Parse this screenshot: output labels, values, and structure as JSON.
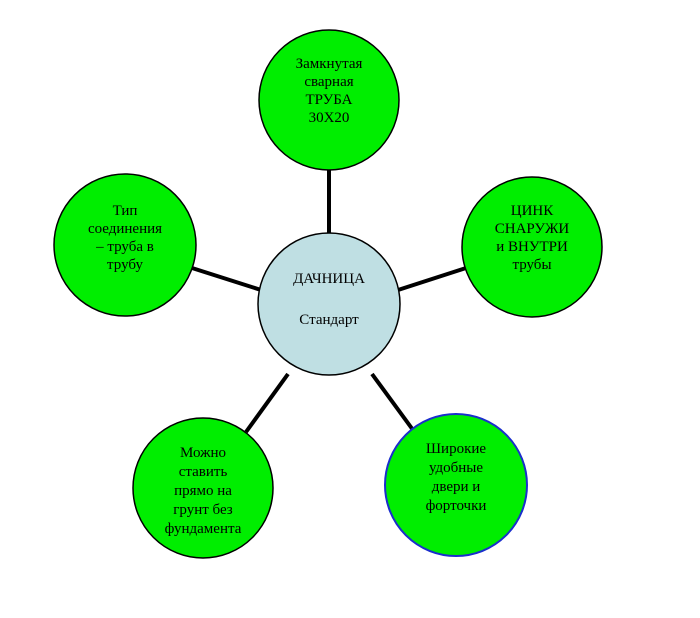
{
  "diagram": {
    "colors": {
      "background": "#ffffff",
      "connector": "#000000",
      "outer_fill": "#00ee00",
      "outer_stroke": "#000000",
      "highlight_stroke": "#1a2ecc",
      "center_fill": "#bfdfe3",
      "center_stroke": "#000000",
      "text": "#000000"
    },
    "center": {
      "title": "ДАЧНИЦА",
      "subtitle": "Стандарт"
    },
    "nodes": [
      {
        "id": "pipe",
        "lines": [
          "Замкнутая",
          "сварная",
          "ТРУБА",
          "30Х20"
        ]
      },
      {
        "id": "zinc",
        "lines": [
          "ЦИНК",
          "СНАРУЖИ",
          "и ВНУТРИ",
          "трубы"
        ]
      },
      {
        "id": "doors",
        "lines": [
          "Широкие",
          "удобные",
          "двери и",
          "форточки"
        ]
      },
      {
        "id": "ground",
        "lines": [
          "Можно",
          "ставить",
          "прямо на",
          "грунт без",
          "фундамента"
        ]
      },
      {
        "id": "joint",
        "lines": [
          "Тип",
          "соединения",
          "– труба в",
          "трубу"
        ]
      }
    ]
  }
}
